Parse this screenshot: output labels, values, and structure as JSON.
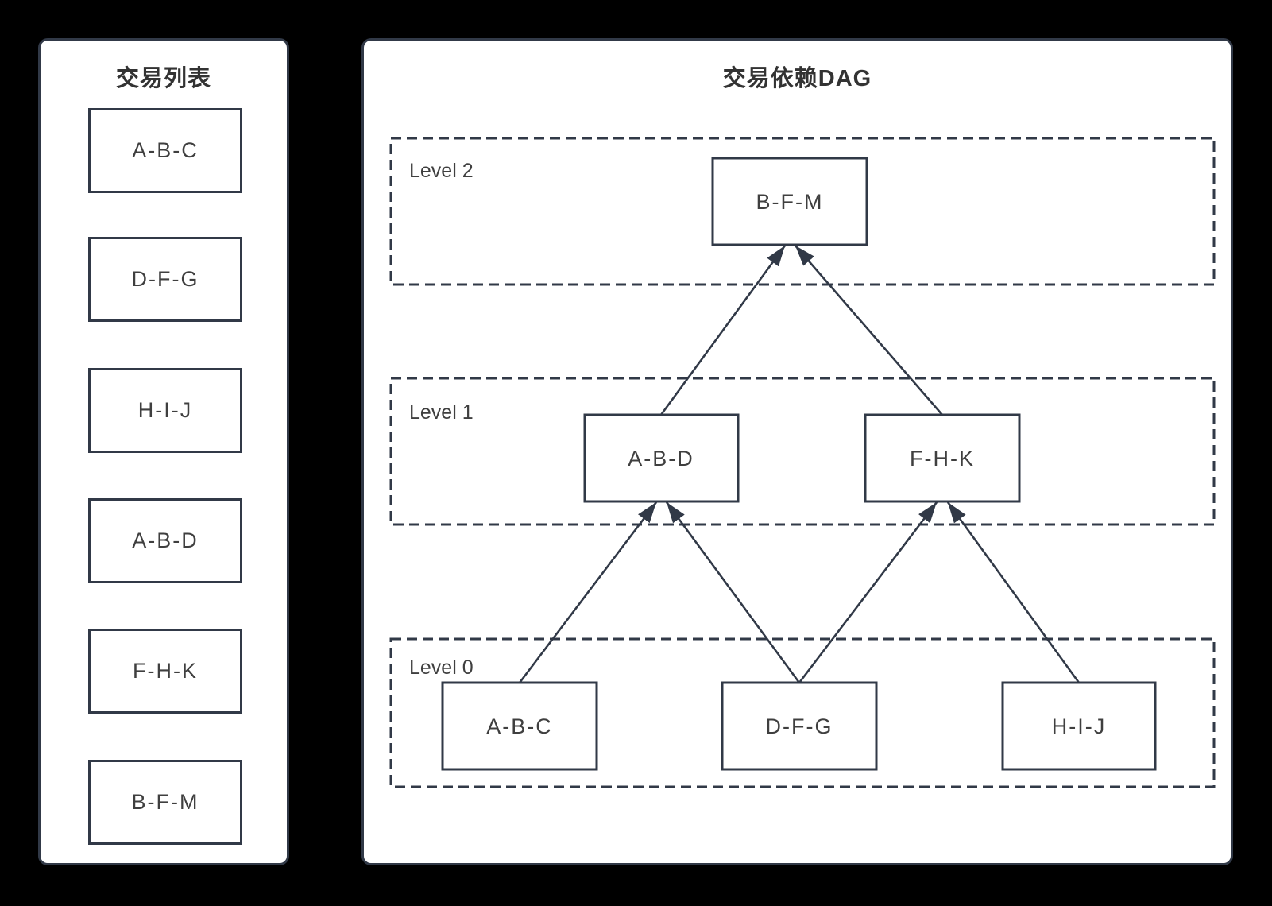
{
  "colors": {
    "background": "#000000",
    "panel_background": "#ffffff",
    "line": "#313947",
    "text": "#3f3f3f",
    "title_text": "#333333"
  },
  "left_panel": {
    "title": "交易列表",
    "items": [
      "A-B-C",
      "D-F-G",
      "H-I-J",
      "A-B-D",
      "F-H-K",
      "B-F-M"
    ]
  },
  "dag_panel": {
    "title": "交易依赖DAG",
    "levels": [
      {
        "label": "Level 2",
        "nodes": [
          "B-F-M"
        ]
      },
      {
        "label": "Level 1",
        "nodes": [
          "A-B-D",
          "F-H-K"
        ]
      },
      {
        "label": "Level 0",
        "nodes": [
          "A-B-C",
          "D-F-G",
          "H-I-J"
        ]
      }
    ],
    "edges": [
      {
        "from": "A-B-C",
        "to": "A-B-D"
      },
      {
        "from": "D-F-G",
        "to": "A-B-D"
      },
      {
        "from": "D-F-G",
        "to": "F-H-K"
      },
      {
        "from": "H-I-J",
        "to": "F-H-K"
      },
      {
        "from": "A-B-D",
        "to": "B-F-M"
      },
      {
        "from": "F-H-K",
        "to": "B-F-M"
      }
    ]
  }
}
